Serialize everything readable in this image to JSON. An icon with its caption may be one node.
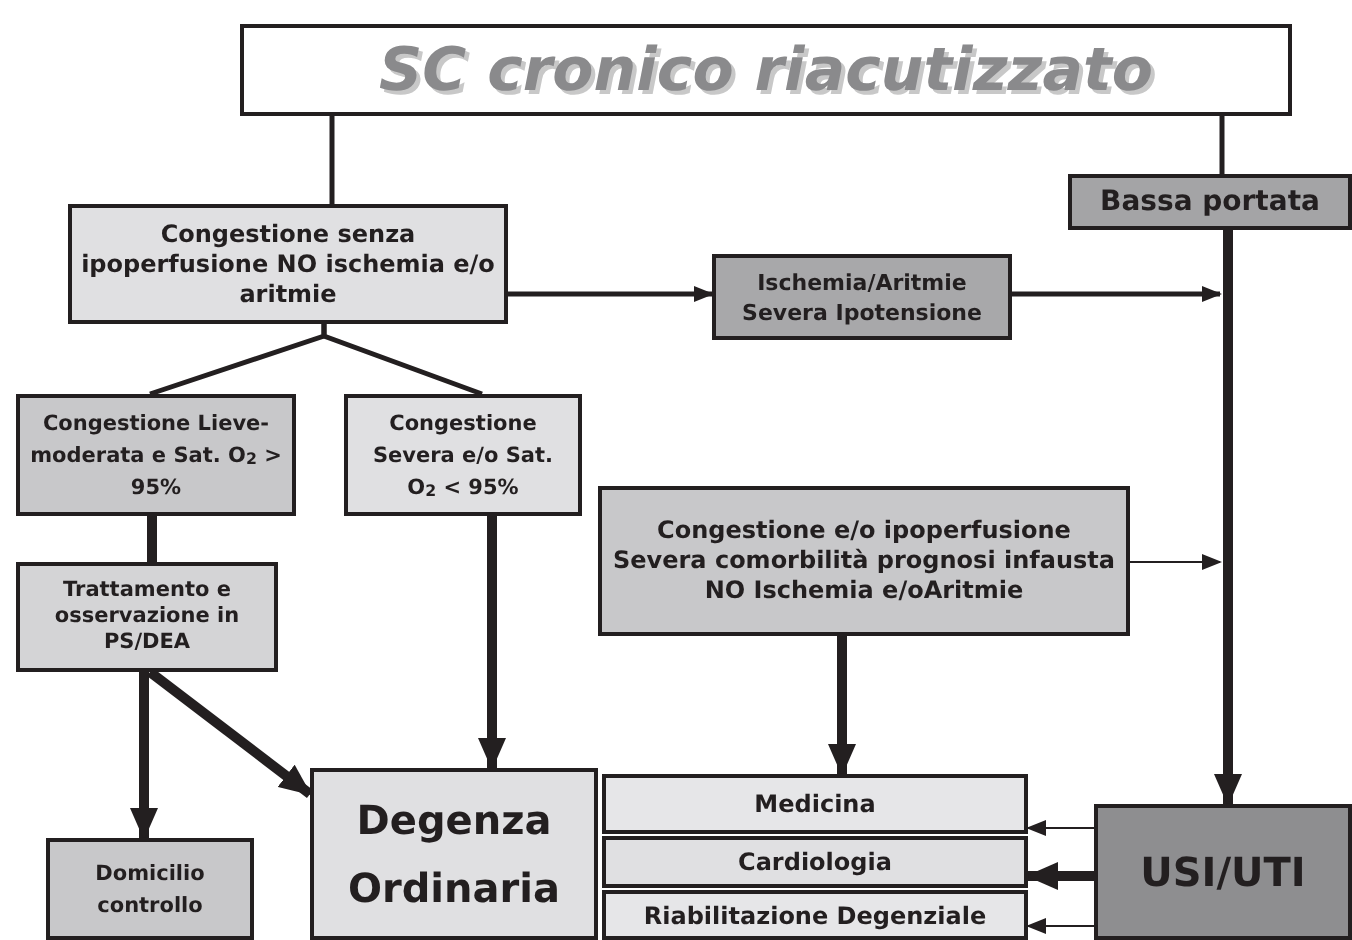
{
  "diagram": {
    "nodes": [
      {
        "text": [
          "SC cronico riacutizzato"
        ]
      },
      {
        "text": [
          "Congestione senza ipoperfusione NO ischemia e/o aritmie"
        ]
      },
      {
        "text": [
          "Bassa portata"
        ]
      },
      {
        "text": [
          "Ischemia/Aritmie Severa Ipotensione"
        ]
      },
      {
        "text": [
          "Congestione Lieve-moderata e Sat. O$_{2}$ > 95%"
        ]
      },
      {
        "text": [
          "Congestione Severa e/o Sat. O$_{2}$ < 95%"
        ]
      },
      {
        "text": [
          "Congestione e/o ipoperfusione Severa comorbilità prognosi infausta NO Ischemia e/oAritmie"
        ]
      },
      {
        "text": [
          "Trattamento e osservazione in PS/DEA"
        ]
      },
      {
        "text": [
          "Domicilio controllo"
        ]
      },
      {
        "text": [
          "Degenza Ordinaria"
        ]
      },
      {
        "text": [
          "Medicina"
        ]
      },
      {
        "text": [
          "Cardiologia"
        ]
      },
      {
        "text": [
          "Riabilitazione Degenziale"
        ]
      },
      {
        "text": [
          "USI/UTI"
        ]
      }
    ],
    "edges": [
      {
        "from": 0,
        "to": 1,
        "arrow": "none"
      },
      {
        "from": 0,
        "to": 2,
        "arrow": "none"
      },
      {
        "from": 1,
        "to": 3,
        "arrow": "to"
      },
      {
        "from": 3,
        "to": null,
        "arrow": "to"
      },
      {
        "from": 2,
        "to": 13,
        "arrow": "to",
        "style": "thick"
      },
      {
        "from": 1,
        "to": 4,
        "arrow": "none"
      },
      {
        "from": 1,
        "to": 5,
        "arrow": "none"
      },
      {
        "from": 4,
        "to": 7,
        "arrow": "none",
        "style": "thick"
      },
      {
        "from": 7,
        "to": 8,
        "arrow": "to",
        "style": "thick"
      },
      {
        "from": 7,
        "to": 9,
        "arrow": "to",
        "style": "thick"
      },
      {
        "from": 5,
        "to": 9,
        "arrow": "to",
        "style": "thick"
      },
      {
        "from": 6,
        "to": 10,
        "arrow": "to",
        "style": "thick"
      },
      {
        "from": 6,
        "to": null,
        "arrow": "to"
      },
      {
        "from": 13,
        "to": 10,
        "arrow": "to"
      },
      {
        "from": 13,
        "to": 11,
        "arrow": "to",
        "style": "thick"
      },
      {
        "from": 13,
        "to": 12,
        "arrow": "to"
      }
    ]
  }
}
